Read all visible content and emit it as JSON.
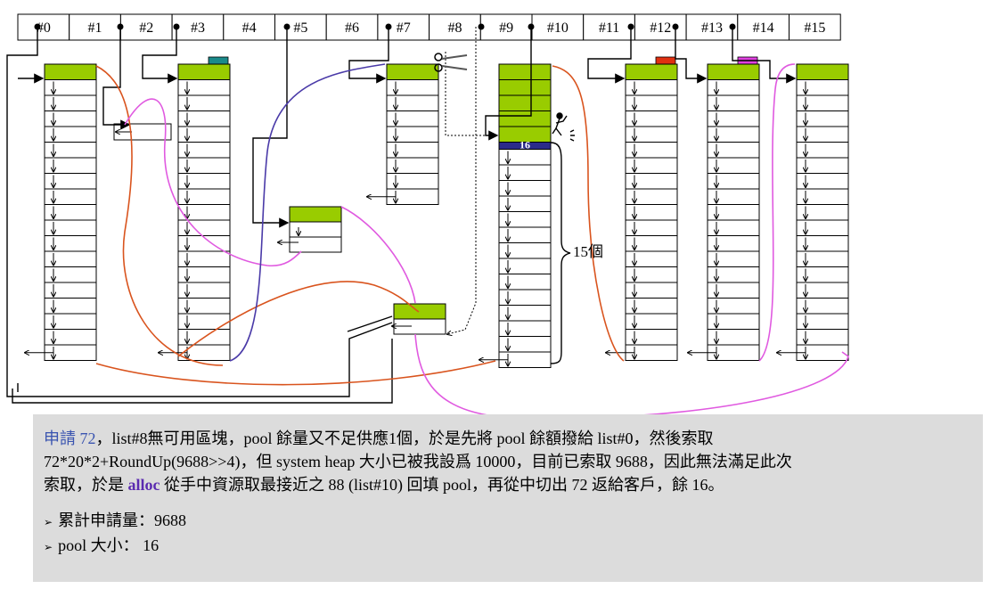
{
  "free_list_labels": [
    "#0",
    "#1",
    "#2",
    "#3",
    "#4",
    "#5",
    "#6",
    "#7",
    "#8",
    "#9",
    "#10",
    "#11",
    "#12",
    "#13",
    "#14",
    "#15"
  ],
  "block_label": "16",
  "brace_label": "15個",
  "colors": {
    "block_head": "#99cc00",
    "highlight_block": "#2b2b8a",
    "orange_line": "#d9541e",
    "magenta_line": "#e05ae0",
    "purple_line": "#4a3aa8",
    "marker_teal": "#1a8a8a",
    "marker_red": "#e03010",
    "marker_magenta": "#e040e0"
  },
  "caption": {
    "lead_prefix": "申請 72",
    "line1_rest": "，list#8無可用區塊，pool 餘量又不足供應1個，於是先將 pool 餘額撥給 list#0，然後索取",
    "line2": "72*20*2+RoundUp(9688>>4)，但 system heap 大小已被我設爲 10000，目前已索取 9688，因此無法滿足此次",
    "line3_prefix": "索取，於是 ",
    "alloc_word": "alloc",
    "line3_rest": " 從手中資源取最接近之 88 (list#10) 回填 pool，再從中切出 72 返給客戶，餘 16。"
  },
  "stats": [
    "累計申請量：9688",
    "pool 大小： 16"
  ]
}
